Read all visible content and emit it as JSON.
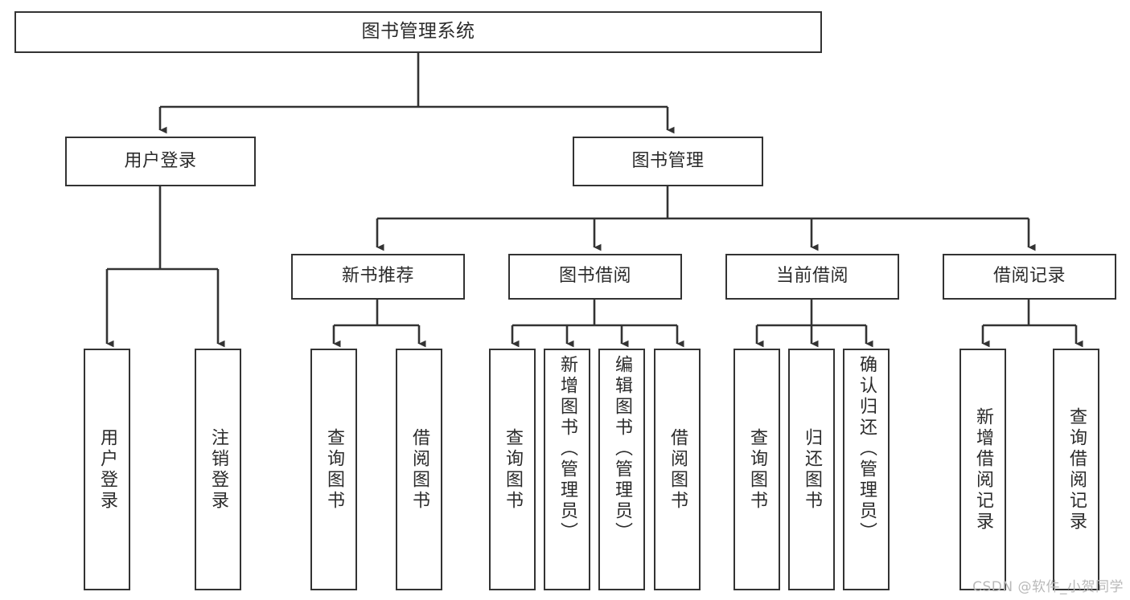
{
  "diagram": {
    "title": "图书管理系统",
    "type": "tree-hierarchy",
    "orientation": "top-down",
    "line_color": "#333333",
    "box_fill": "#ffffff",
    "text_color": "#2b2b2b",
    "root": {
      "id": "root",
      "label": "图书管理系统"
    },
    "level2": [
      {
        "id": "user-login",
        "label": "用户登录"
      },
      {
        "id": "book-management",
        "label": "图书管理"
      }
    ],
    "level3": [
      {
        "id": "new-book-recommend",
        "label": "新书推荐",
        "parent": "book-management"
      },
      {
        "id": "book-borrow",
        "label": "图书借阅",
        "parent": "book-management"
      },
      {
        "id": "current-borrow",
        "label": "当前借阅",
        "parent": "book-management"
      },
      {
        "id": "borrow-record",
        "label": "借阅记录",
        "parent": "book-management"
      }
    ],
    "leaves": [
      {
        "id": "leaf-user-login",
        "label": "用户登录",
        "parent": "user-login"
      },
      {
        "id": "leaf-logout-login",
        "label": "注销登录",
        "parent": "user-login"
      },
      {
        "id": "leaf-query-book-1",
        "label": "查询图书",
        "parent": "new-book-recommend"
      },
      {
        "id": "leaf-borrow-book-1",
        "label": "借阅图书",
        "parent": "new-book-recommend"
      },
      {
        "id": "leaf-query-book-2",
        "label": "查询图书",
        "parent": "book-borrow"
      },
      {
        "id": "leaf-add-book",
        "label": "新增图书（管理员）",
        "parent": "book-borrow"
      },
      {
        "id": "leaf-edit-book",
        "label": "编辑图书（管理员）",
        "parent": "book-borrow"
      },
      {
        "id": "leaf-borrow-book-2",
        "label": "借阅图书",
        "parent": "book-borrow"
      },
      {
        "id": "leaf-query-book-3",
        "label": "查询图书",
        "parent": "current-borrow"
      },
      {
        "id": "leaf-return-book",
        "label": "归还图书",
        "parent": "current-borrow"
      },
      {
        "id": "leaf-confirm-return",
        "label": "确认归还（管理员）",
        "parent": "current-borrow"
      },
      {
        "id": "leaf-add-record",
        "label": "新增借阅记录",
        "parent": "borrow-record"
      },
      {
        "id": "leaf-query-record",
        "label": "查询借阅记录",
        "parent": "borrow-record"
      }
    ]
  },
  "watermark": {
    "text": "CSDN @软件_小贺同学"
  }
}
